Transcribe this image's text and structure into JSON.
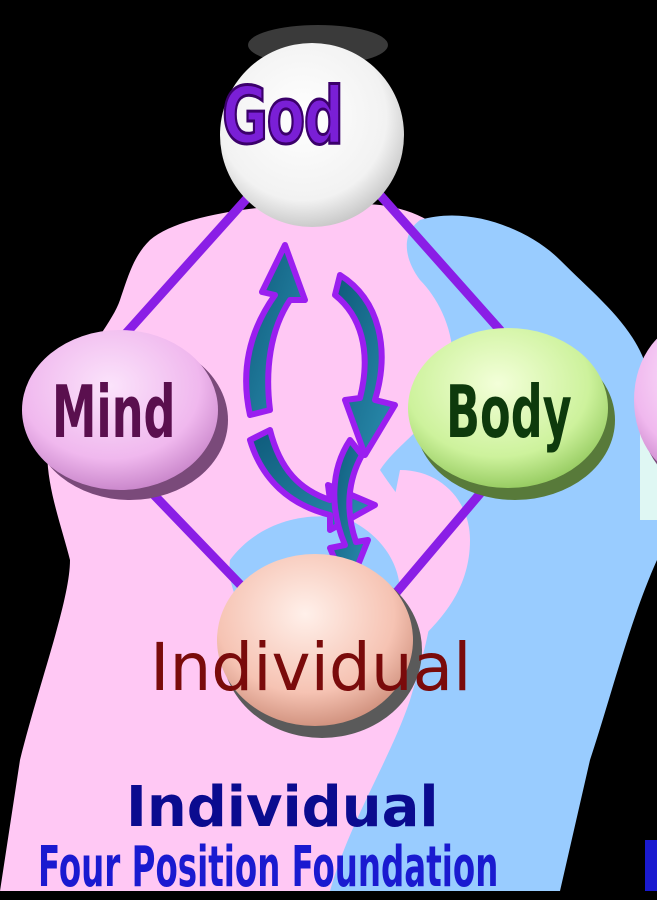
{
  "diagram": {
    "top_node": "God",
    "left_node": "Mind",
    "right_node": "Body",
    "bottom_node": "Individual",
    "title": "Individual",
    "subtitle": "Four Position Foundation"
  },
  "colors": {
    "background": "#000000",
    "pink_shape": "#ffc8f4",
    "blue_shape": "#99ccff",
    "diamond_lines": "#8a1ee6",
    "god_text": "#8a2be2",
    "mind_text": "#5a0f4e",
    "body_text": "#0e3a0c",
    "individual_text": "#7a0b0b",
    "title_text": "#0b0b8f",
    "subtitle_text": "#1a1ad0"
  }
}
